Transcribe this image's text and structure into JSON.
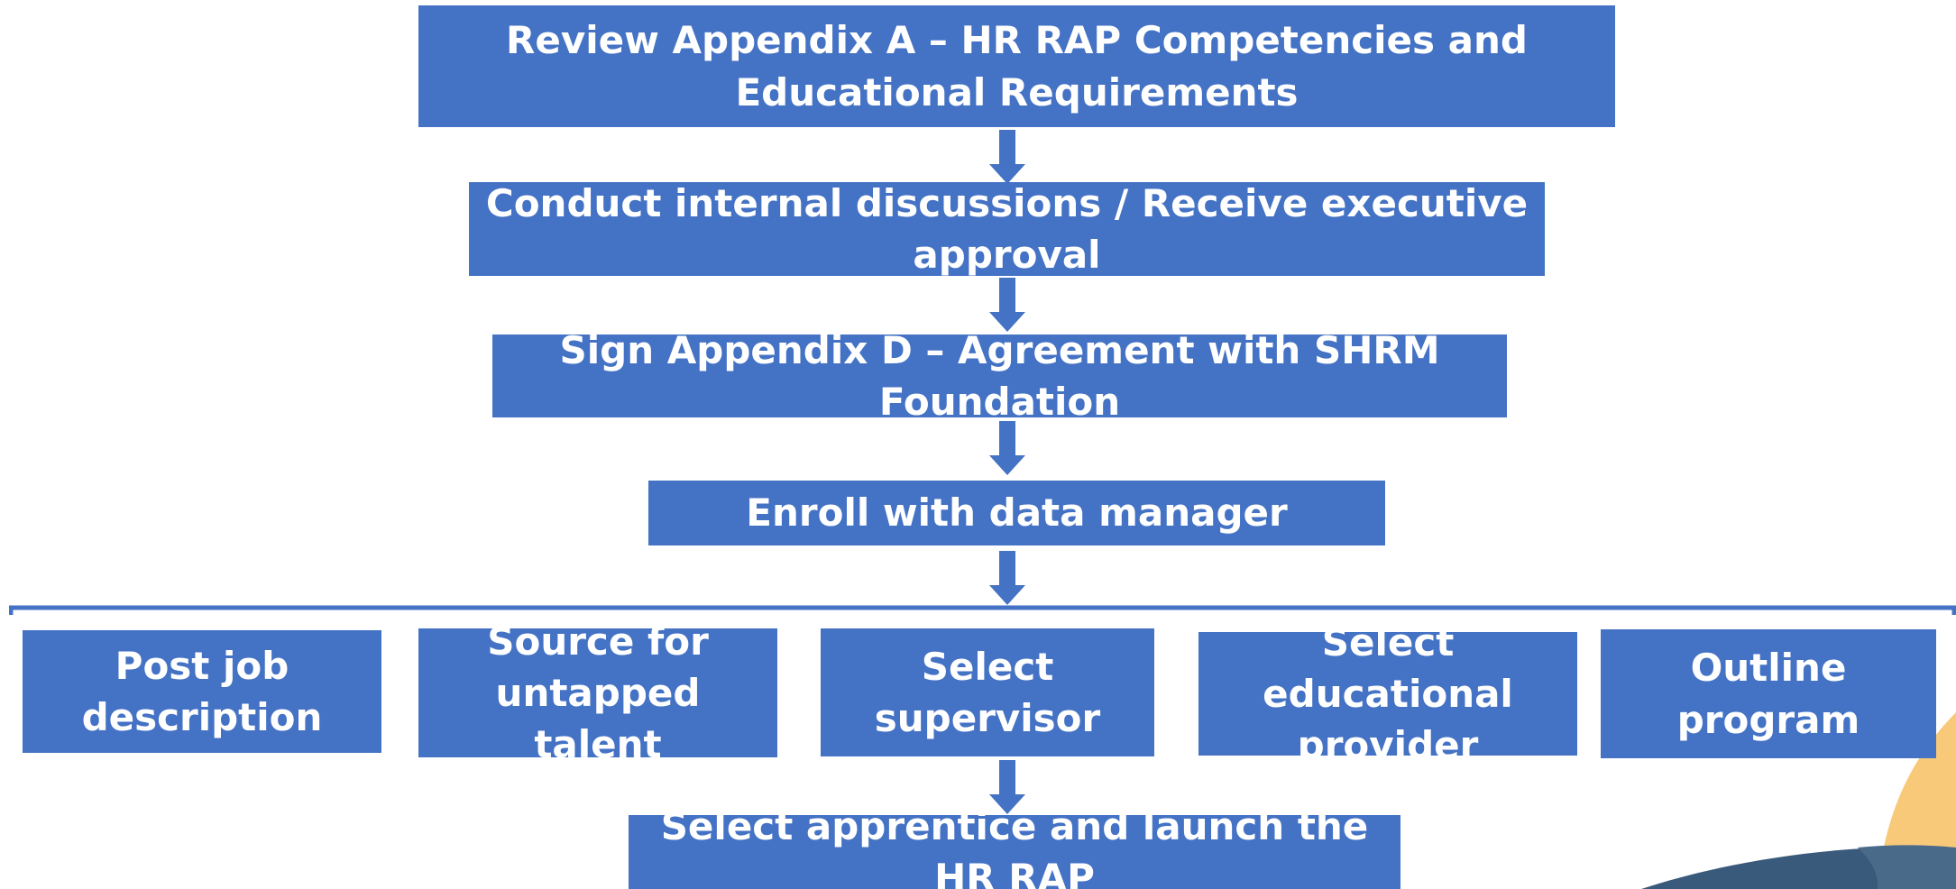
{
  "steps": {
    "review": "Review Appendix A – HR RAP Competencies and Educational Requirements",
    "discuss": "Conduct internal discussions / Receive executive approval",
    "sign": "Sign Appendix D – Agreement with SHRM Foundation",
    "enroll": "Enroll with data manager",
    "launch": "Select apprentice and launch the HR RAP"
  },
  "parallel": [
    {
      "label": "Post job description"
    },
    {
      "label": "Source for untapped talent"
    },
    {
      "label": "Select supervisor"
    },
    {
      "label": "Select educational provider"
    },
    {
      "label": "Outline program"
    }
  ],
  "colors": {
    "box": "#4472c4",
    "text": "#ffffff",
    "accent_yellow": "#f9c97a",
    "accent_navy": "#3a5a7c"
  }
}
